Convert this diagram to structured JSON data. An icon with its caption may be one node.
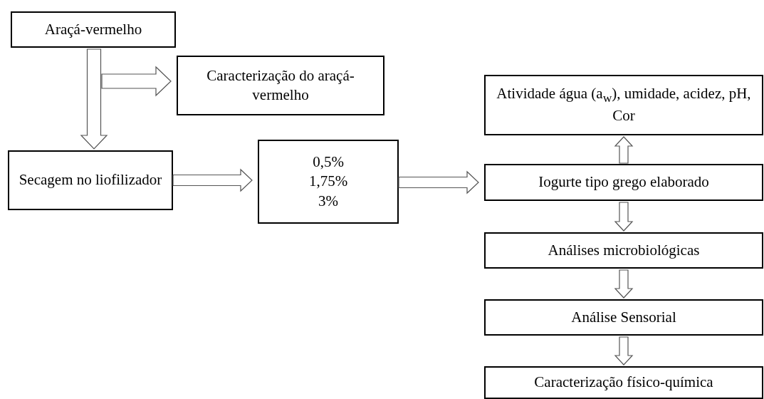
{
  "diagram": {
    "nodes": [
      {
        "text": [
          "Araçá-vermelho"
        ]
      },
      {
        "text": [
          "Caracterização do araçá-vermelho"
        ]
      },
      {
        "text": [
          "Secagem no liofilizador"
        ]
      },
      {
        "text": [
          "0,5%",
          "1,75%",
          "3%"
        ]
      },
      {
        "text": [
          "Atividade água (a$_{w}$), umidade, acidez, pH, Cor"
        ]
      },
      {
        "text": [
          "Iogurte tipo grego elaborado"
        ]
      },
      {
        "text": [
          "Análises microbiológicas"
        ]
      },
      {
        "text": [
          "Análise Sensorial"
        ]
      },
      {
        "text": [
          "Caracterização físico-química"
        ]
      }
    ],
    "edges": [
      {
        "from": 0,
        "to": 2,
        "arrow": "to"
      },
      {
        "from": 0,
        "to": 1,
        "arrow": "to"
      },
      {
        "from": 2,
        "to": 3,
        "arrow": "to"
      },
      {
        "from": 3,
        "to": 5,
        "arrow": "to"
      },
      {
        "from": 5,
        "to": 4,
        "arrow": "to"
      },
      {
        "from": 5,
        "to": 6,
        "arrow": "to"
      },
      {
        "from": 6,
        "to": 7,
        "arrow": "to"
      },
      {
        "from": 7,
        "to": 8,
        "arrow": "to"
      }
    ]
  }
}
